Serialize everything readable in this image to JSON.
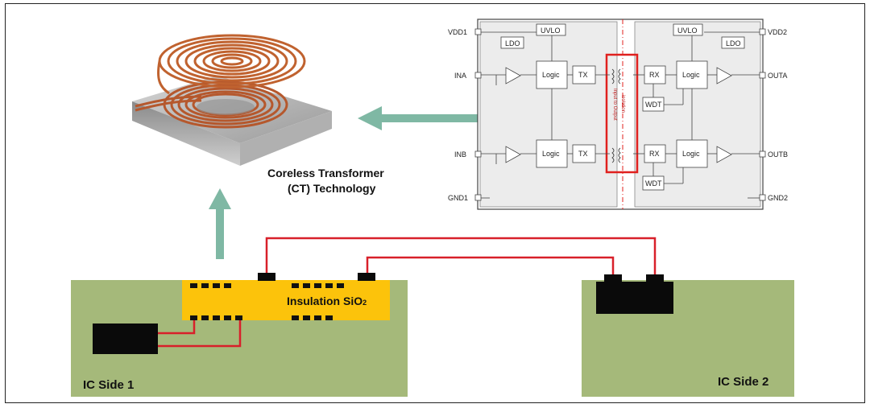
{
  "caption": {
    "line1": "Coreless Transformer",
    "line2": "(CT) Technology"
  },
  "ic_side1": {
    "label": "IC Side 1",
    "insulation_label": "Insulation SiO",
    "insulation_sub": "2"
  },
  "ic_side2": {
    "label": "IC Side 2"
  },
  "schematic": {
    "pins_left": {
      "vdd1": "VDD1",
      "ina": "INA",
      "inb": "INB",
      "gnd1": "GND1"
    },
    "pins_right": {
      "vdd2": "VDD2",
      "outa": "OUTA",
      "outb": "OUTB",
      "gnd2": "GND2"
    },
    "blocks": {
      "uvlo": "UVLO",
      "ldo": "LDO",
      "logic": "Logic",
      "tx": "TX",
      "rx": "RX",
      "wdt": "WDT"
    },
    "isolation_text_1": "Input to Output",
    "isolation_text_2": "isolation"
  },
  "colors": {
    "pcb_green": "#a5b97a",
    "insulation_yellow": "#fcc30b",
    "wire_red": "#d8202a",
    "arrow_teal": "#7fb8a4",
    "highlight_red": "#e0201e",
    "chip_black": "#0a0a0a",
    "schematic_panel": "#ececec"
  },
  "icons": {
    "coil": "copper-coil-illustration",
    "arrow": "teal-arrow"
  }
}
